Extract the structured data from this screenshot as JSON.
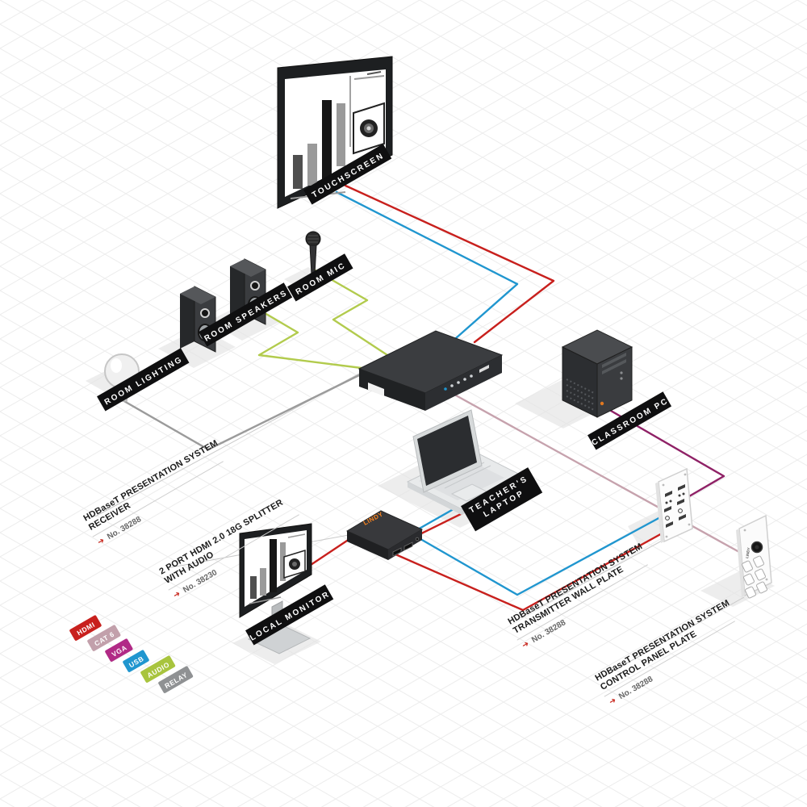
{
  "diagram": {
    "brand": "LINDY",
    "devices": {
      "touchscreen": "TOUCHSCREEN",
      "room_mic": "ROOM MIC",
      "room_speakers": "ROOM SPEAKERS",
      "room_lighting": "ROOM LIGHTING",
      "classroom_pc": "CLASSROOM PC",
      "teachers_laptop_line1": "TEACHER'S",
      "teachers_laptop_line2": "LAPTOP",
      "local_monitor": "LOCAL MONITOR"
    },
    "products": {
      "arrow": "➜",
      "receiver": {
        "line1": "HDBaseT PRESENTATION SYSTEM",
        "line2": "RECEIVER",
        "number": "No. 38288"
      },
      "splitter": {
        "line1": "2 PORT HDMI 2.0 18G SPLITTER",
        "line2": "WITH AUDIO",
        "number": "No. 38230"
      },
      "wall_plate": {
        "line1": "HDBaseT PRESENTATION SYSTEM",
        "line2": "TRANSMITTER WALL PLATE",
        "number": "No. 38288"
      },
      "control_panel": {
        "line1": "HDBaseT PRESENTATION SYSTEM",
        "line2": "CONTROL PANEL PLATE",
        "number": "No. 38288"
      }
    },
    "legend": [
      {
        "label": "HDMI",
        "color": "#c8201d"
      },
      {
        "label": "CAT 6",
        "color": "#c2a0ab"
      },
      {
        "label": "VGA",
        "color": "#b12a86"
      },
      {
        "label": "USB",
        "color": "#2096cf"
      },
      {
        "label": "AUDIO",
        "color": "#a8c43e"
      },
      {
        "label": "RELAY",
        "color": "#8f9193"
      }
    ],
    "cables": {
      "hdmi": "#c8201d",
      "cat6": "#c6a2ad",
      "vga": "#8f2166",
      "usb": "#2096cf",
      "audio": "#b2cb4d",
      "relay": "#9b9b9b"
    }
  }
}
